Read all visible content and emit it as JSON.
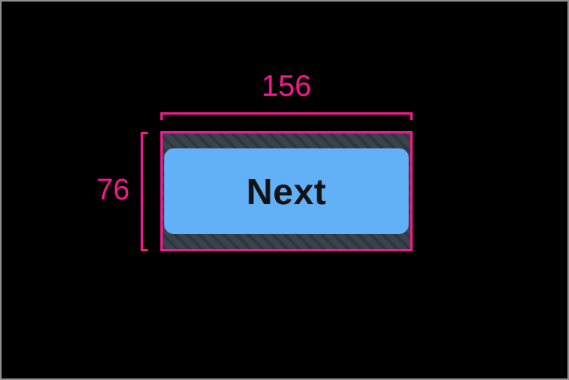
{
  "canvas": {
    "background": "#000000",
    "frame_color": "#8e8e8e"
  },
  "annotation": {
    "width_label": "156",
    "height_label": "76",
    "color": "#f5198f"
  },
  "touch_target": {
    "hatch_background": "#3a434d",
    "hatch_stripe_color": "#2e363f"
  },
  "button": {
    "label": "Next",
    "fill_color": "#62b0f6",
    "text_color": "#121212"
  }
}
